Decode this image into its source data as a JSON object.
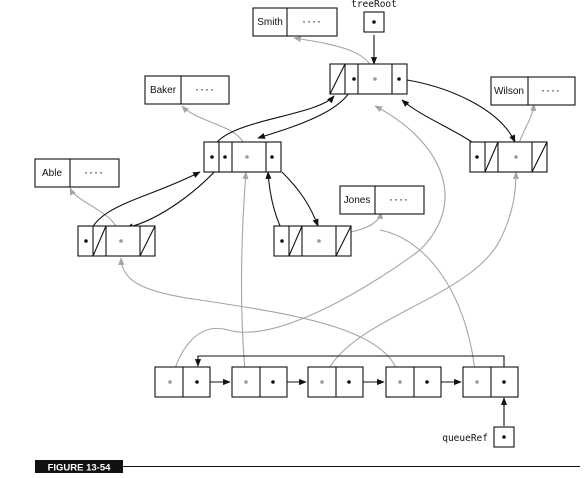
{
  "labels": {
    "tree_root": "treeRoot",
    "queue_ref": "queueRef",
    "figure_caption": "FIGURE 13-54"
  },
  "names": {
    "smith": "Smith",
    "baker": "Baker",
    "wilson": "Wilson",
    "able": "Able",
    "jones": "Jones"
  },
  "ellipsis": "····",
  "colors": {
    "link_black": "#111111",
    "link_gray": "#a6a6a6",
    "caption_bg": "#111111"
  }
}
